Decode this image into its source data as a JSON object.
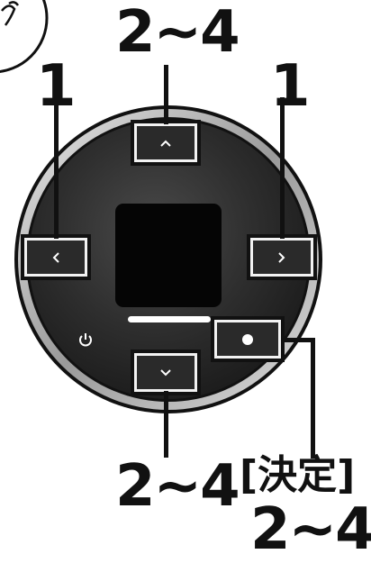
{
  "callouts": {
    "up_step": "2~4",
    "left_step": "1",
    "right_step": "1",
    "down_step": "2~4",
    "enter_label": "[決定]",
    "enter_step": "2~4"
  },
  "controller": {
    "buttons": [
      {
        "name": "up",
        "icon": "chevron-up-icon"
      },
      {
        "name": "left",
        "icon": "chevron-left-icon"
      },
      {
        "name": "right",
        "icon": "chevron-right-icon"
      },
      {
        "name": "down",
        "icon": "chevron-down-icon"
      },
      {
        "name": "enter",
        "icon": "dot-icon"
      }
    ],
    "power_icon": "power-icon",
    "corner_graphic_icon": "hand-gesture-icon"
  },
  "colors": {
    "body_dark": "#2a2a2a",
    "screen": "#050505",
    "outline": "#111111",
    "ring": "#cfcfcf"
  }
}
